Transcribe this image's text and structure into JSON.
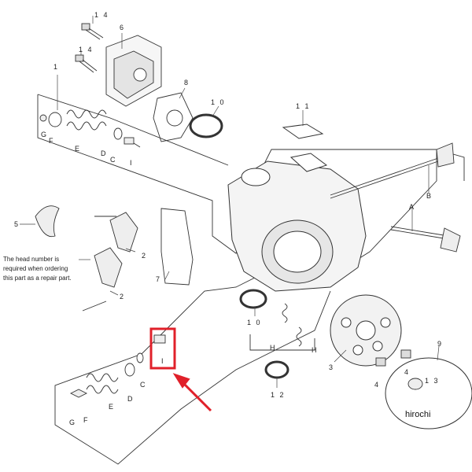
{
  "note": {
    "line1": "The head number is",
    "line2": "required when ordering",
    "line3": "this part as a repair part."
  },
  "watermark": "hirochi",
  "callouts": {
    "n1": "1",
    "n2a": "2",
    "n2b": "2",
    "n3": "3",
    "n4a": "4",
    "n4b": "4",
    "n5": "5",
    "n6": "6",
    "n7": "7",
    "n8": "8",
    "n9": "9",
    "n10a": "1 0",
    "n10b": "1 0",
    "n11": "1 1",
    "n12": "1 2",
    "n13": "1 3",
    "n14a": "1 4",
    "n14b": "1 4",
    "A": "A",
    "B": "B",
    "C1": "C",
    "C2": "C",
    "D1": "D",
    "D2": "D",
    "E1": "E",
    "E2": "E",
    "F1": "F",
    "F2": "F",
    "G1": "G",
    "G2": "G",
    "H1": "H",
    "H2": "H",
    "I1": "I",
    "I2": "I"
  },
  "highlight_color": "#e0202a"
}
